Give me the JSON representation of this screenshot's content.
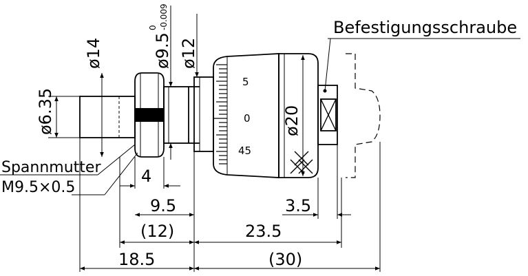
{
  "labels": {
    "screw": "Befestigungsschraube",
    "nut_line1": "Spannmutter",
    "nut_line2": "M9.5×0.5"
  },
  "diameters": {
    "d14": "ø14",
    "d9_5": "ø9.5",
    "d9_5_tol_upper": "0",
    "d9_5_tol_lower": "-0.009",
    "d12": "ø12",
    "d6_35": "ø6.35",
    "d20": "ø20"
  },
  "lengths": {
    "l4": "4",
    "l9_5": "9.5",
    "l12": "(12)",
    "l18_5": "18.5",
    "l3_5": "3.5",
    "l23_5": "23.5",
    "l30": "(30)"
  },
  "scale": {
    "s5": "5",
    "s0": "0",
    "s45": "45"
  }
}
